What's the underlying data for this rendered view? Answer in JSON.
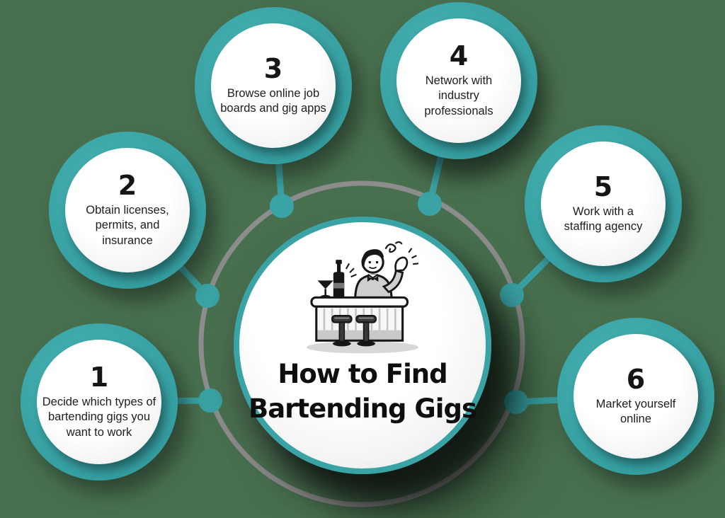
{
  "title": "How to Find Bartending Gigs",
  "center": {
    "illustration": "bartender-behind-bar-illustration"
  },
  "steps": [
    {
      "number": "1",
      "text": "Decide which types of bartending gigs you want to work"
    },
    {
      "number": "2",
      "text": "Obtain licenses, permits, and insurance"
    },
    {
      "number": "3",
      "text": "Browse online job boards and gig apps"
    },
    {
      "number": "4",
      "text": "Network with industry professionals"
    },
    {
      "number": "5",
      "text": "Work with a staffing agency"
    },
    {
      "number": "6",
      "text": "Market yourself online"
    }
  ],
  "colors": {
    "background": "#48704F",
    "teal_accent": "#3AA3A5",
    "ring_gray": "#8D8D8D",
    "circle_fill": "#FFFFFF",
    "text_dark": "#161616"
  }
}
